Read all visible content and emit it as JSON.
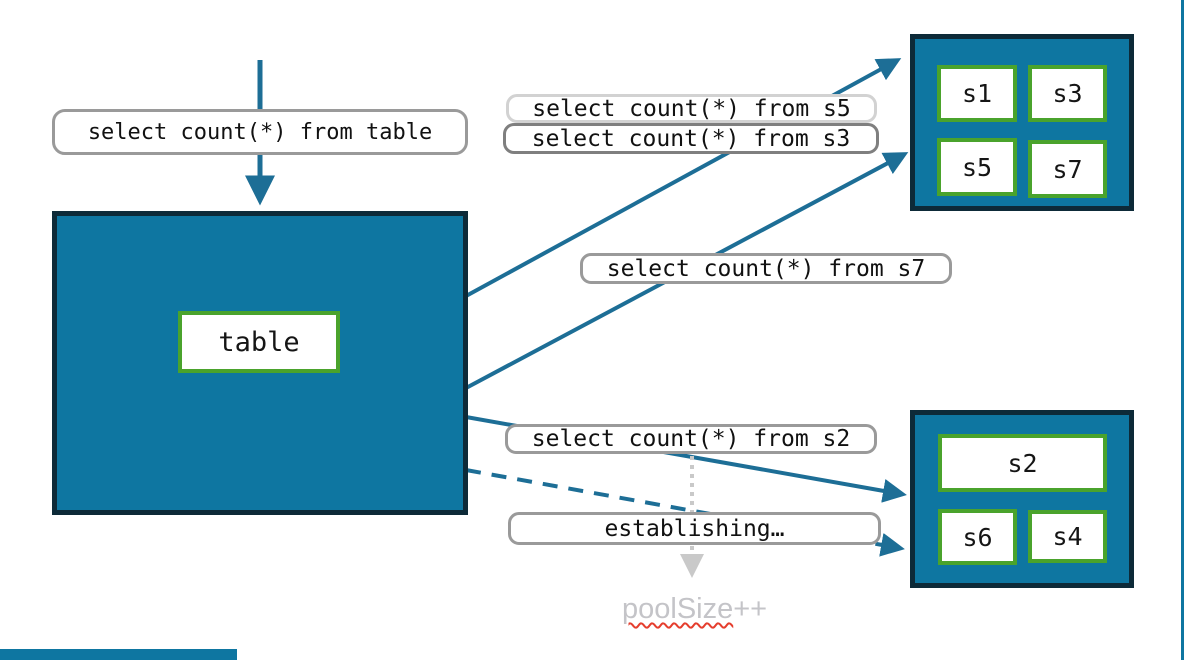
{
  "colors": {
    "teal": "#0e76a1",
    "navy": "#0d2a38",
    "arrow": "#1d6e96",
    "green": "#4aa32c",
    "label-border": "#9a9a9a",
    "label-border-light": "#d2d2d2",
    "label-border-dark": "#7f7f7f",
    "muted-gray": "#c4c4c8",
    "dotted-gray": "#c9c9c9",
    "squiggle-red": "#e53e2e"
  },
  "main_table": {
    "label": "table"
  },
  "queries": {
    "from_table": "select count(*) from table",
    "from_s5": "select count(*) from s5",
    "from_s3": "select count(*) from s3",
    "from_s7": "select count(*) from s7",
    "from_s2": "select count(*) from s2",
    "establishing": "establishing…"
  },
  "shard_groups": {
    "top": {
      "shards": [
        "s1",
        "s3",
        "s5",
        "s7"
      ]
    },
    "bottom": {
      "shards": [
        "s2",
        "s6",
        "s4"
      ]
    }
  },
  "annotations": {
    "poolsize_word": "poolSize",
    "poolsize_suffix": "++"
  }
}
